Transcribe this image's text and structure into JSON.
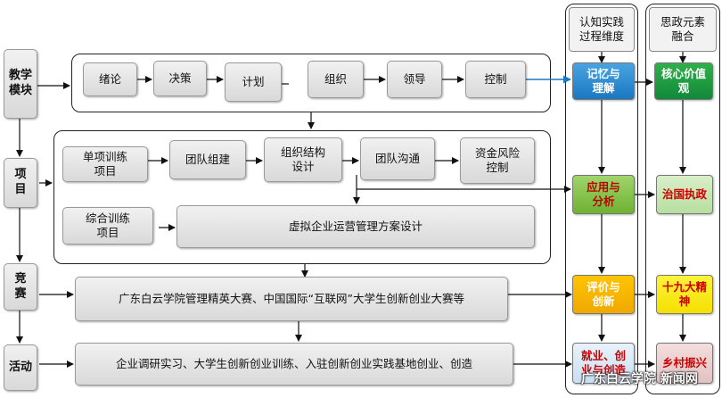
{
  "side_labels": {
    "teaching": "教学模块",
    "project": "项目",
    "competition": "竞赛",
    "activity": "活动"
  },
  "headers": {
    "cognition": "认知实践过程维度",
    "ideology": "思政元素融合"
  },
  "teaching_row": {
    "b1": "绪论",
    "b2": "决策",
    "b3": "计划",
    "b4": "组织",
    "b5": "领导",
    "b6": "控制"
  },
  "project": {
    "single": "单项训练项目",
    "team_build": "团队组建",
    "org_design": "组织结构设计",
    "team_comm": "团队沟通",
    "fund_risk": "资金风险控制",
    "comprehensive": "综合训练项目",
    "virtual": "虚拟企业运营管理方案设计"
  },
  "competition_text": "广东白云学院管理精英大赛、中国国际“互联网”大学生创新创业大赛等",
  "activity_text": "企业调研实习、大学生创新创业训练、入驻创新创业实践基地创业、创造",
  "cognition_col": {
    "c1": "记忆与理解",
    "c2": "应用与分析",
    "c3": "评价与创新",
    "c4": "就业、创业与创造"
  },
  "ideology_col": {
    "i1": "核心价值观",
    "i2": "治国执政",
    "i3": "十九大精神",
    "i4": "乡村振兴"
  },
  "watermark": "广东白云学院  新闻网",
  "colors": {
    "blue": "#1a78c2",
    "green": "#12893a",
    "lime": "#6fb233",
    "orange": "#f0a800",
    "yellow": "#f4e000"
  }
}
